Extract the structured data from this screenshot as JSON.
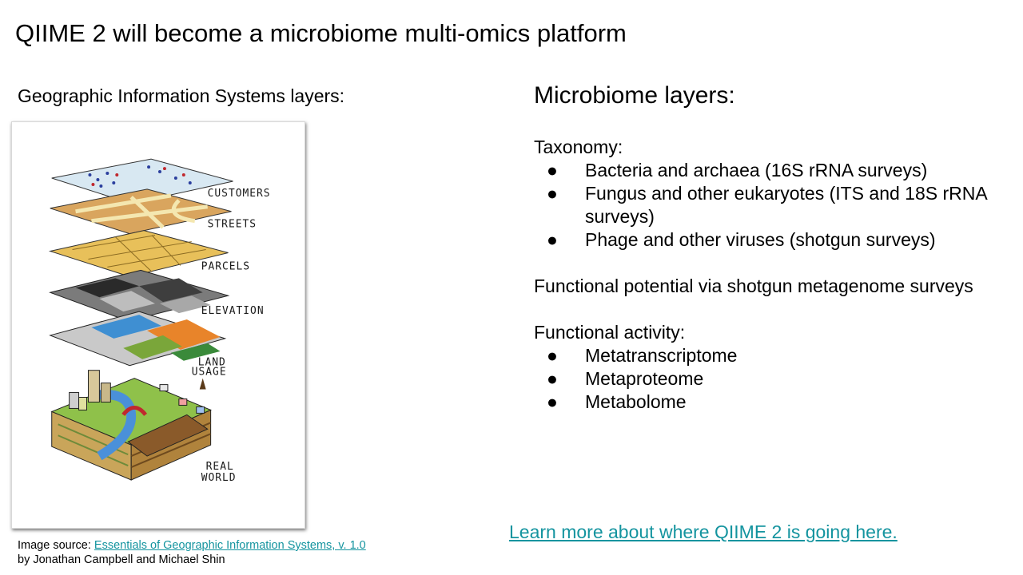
{
  "title": "QIIME 2 will become a microbiome multi-omics platform",
  "gis": {
    "heading": "Geographic Information Systems layers:",
    "layers": [
      "CUSTOMERS",
      "STREETS",
      "PARCELS",
      "ELEVATION",
      "LAND",
      "USAGE",
      "REAL",
      "WORLD"
    ],
    "source_prefix": "Image source: ",
    "source_link": "Essentials of Geographic Information Systems, v. 1.0",
    "source_authors": "by Jonathan Campbell and Michael Shin"
  },
  "microbiome": {
    "heading": "Microbiome layers:",
    "taxonomy_label": "Taxonomy:",
    "taxonomy_items": [
      "Bacteria and archaea (16S rRNA surveys)",
      "Fungus and other eukaryotes (ITS and 18S rRNA surveys)",
      "Phage and other viruses (shotgun surveys)"
    ],
    "functional_potential": "Functional potential via shotgun metagenome surveys",
    "activity_label": "Functional activity:",
    "activity_items": [
      "Metatranscriptome",
      "Metaproteome",
      "Metabolome"
    ],
    "bullet_glyph": "●"
  },
  "link": {
    "learn_more": "Learn more about where QIIME 2 is going here."
  },
  "colors": {
    "link": "#14949f"
  }
}
